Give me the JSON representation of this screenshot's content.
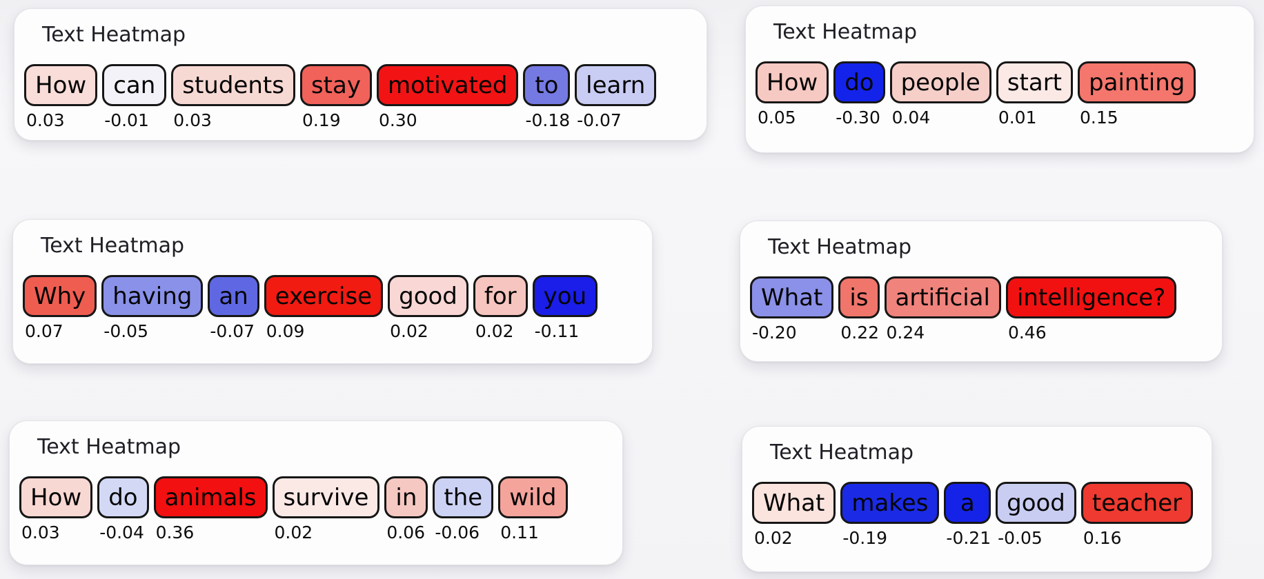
{
  "chart_data": [
    {
      "type": "heatmap",
      "title": "Text Heatmap",
      "colormap": "blue-white-red",
      "tokens": [
        {
          "text": "How",
          "value": 0.03,
          "label": "0.03",
          "color": "#f9ddd8"
        },
        {
          "text": "can",
          "value": -0.01,
          "label": "-0.01",
          "color": "#f2f2f8"
        },
        {
          "text": "students",
          "value": 0.03,
          "label": "0.03",
          "color": "#f7d9d4"
        },
        {
          "text": "stay",
          "value": 0.19,
          "label": "0.19",
          "color": "#f0625a"
        },
        {
          "text": "motivated",
          "value": 0.3,
          "label": "0.30",
          "color": "#f21414"
        },
        {
          "text": "to",
          "value": -0.18,
          "label": "-0.18",
          "color": "#757ae3"
        },
        {
          "text": "learn",
          "value": -0.07,
          "label": "-0.07",
          "color": "#c9cdf4"
        }
      ]
    },
    {
      "type": "heatmap",
      "title": "Text Heatmap",
      "colormap": "blue-white-red",
      "tokens": [
        {
          "text": "How",
          "value": 0.05,
          "label": "0.05",
          "color": "#f6c9c2"
        },
        {
          "text": "do",
          "value": -0.3,
          "label": "-0.30",
          "color": "#1423ea"
        },
        {
          "text": "people",
          "value": 0.04,
          "label": "0.04",
          "color": "#f6cfc9"
        },
        {
          "text": "start",
          "value": 0.01,
          "label": "0.01",
          "color": "#fbe9e6"
        },
        {
          "text": "painting",
          "value": 0.15,
          "label": "0.15",
          "color": "#f4766c"
        }
      ]
    },
    {
      "type": "heatmap",
      "title": "Text Heatmap",
      "colormap": "blue-white-red",
      "tokens": [
        {
          "text": "Why",
          "value": 0.07,
          "label": "0.07",
          "color": "#ef5d51"
        },
        {
          "text": "having",
          "value": -0.05,
          "label": "-0.05",
          "color": "#8991e9"
        },
        {
          "text": "an",
          "value": -0.07,
          "label": "-0.07",
          "color": "#5f68e2"
        },
        {
          "text": "exercise",
          "value": 0.09,
          "label": "0.09",
          "color": "#f11b12"
        },
        {
          "text": "good",
          "value": 0.02,
          "label": "0.02",
          "color": "#f8d7d5"
        },
        {
          "text": "for",
          "value": 0.02,
          "label": "0.02",
          "color": "#f6c5bf"
        },
        {
          "text": "you",
          "value": -0.11,
          "label": "-0.11",
          "color": "#1b1de8"
        }
      ]
    },
    {
      "type": "heatmap",
      "title": "Text Heatmap",
      "colormap": "blue-white-red",
      "tokens": [
        {
          "text": "What",
          "value": -0.2,
          "label": "-0.20",
          "color": "#8b90e8"
        },
        {
          "text": "is",
          "value": 0.22,
          "label": "0.22",
          "color": "#f0756b"
        },
        {
          "text": "artificial",
          "value": 0.24,
          "label": "0.24",
          "color": "#f0837c"
        },
        {
          "text": "intelligence?",
          "value": 0.46,
          "label": "0.46",
          "color": "#f21111"
        }
      ]
    },
    {
      "type": "heatmap",
      "title": "Text Heatmap",
      "colormap": "blue-white-red",
      "tokens": [
        {
          "text": "How",
          "value": 0.03,
          "label": "0.03",
          "color": "#f8d8d3"
        },
        {
          "text": "do",
          "value": -0.04,
          "label": "-0.04",
          "color": "#d3d9f5"
        },
        {
          "text": "animals",
          "value": 0.36,
          "label": "0.36",
          "color": "#f21010"
        },
        {
          "text": "survive",
          "value": 0.02,
          "label": "0.02",
          "color": "#fbe9e6"
        },
        {
          "text": "in",
          "value": 0.06,
          "label": "0.06",
          "color": "#f6c8c2"
        },
        {
          "text": "the",
          "value": -0.06,
          "label": "-0.06",
          "color": "#ccd2f4"
        },
        {
          "text": "wild",
          "value": 0.11,
          "label": "0.11",
          "color": "#f5a49c"
        }
      ]
    },
    {
      "type": "heatmap",
      "title": "Text Heatmap",
      "colormap": "blue-white-red",
      "tokens": [
        {
          "text": "What",
          "value": 0.02,
          "label": "0.02",
          "color": "#fbe3de"
        },
        {
          "text": "makes",
          "value": -0.19,
          "label": "-0.19",
          "color": "#1b2ae5"
        },
        {
          "text": "a",
          "value": -0.21,
          "label": "-0.21",
          "color": "#1523e8"
        },
        {
          "text": "good",
          "value": -0.05,
          "label": "-0.05",
          "color": "#c9cdf2"
        },
        {
          "text": "teacher",
          "value": 0.16,
          "label": "0.16",
          "color": "#ee3a30"
        }
      ]
    }
  ],
  "colors": {
    "positive_max": "#f21111",
    "negative_max": "#1423ea",
    "neutral": "#f7f7f9",
    "token_border": "#161616",
    "card_background": "#fdfdfe"
  }
}
